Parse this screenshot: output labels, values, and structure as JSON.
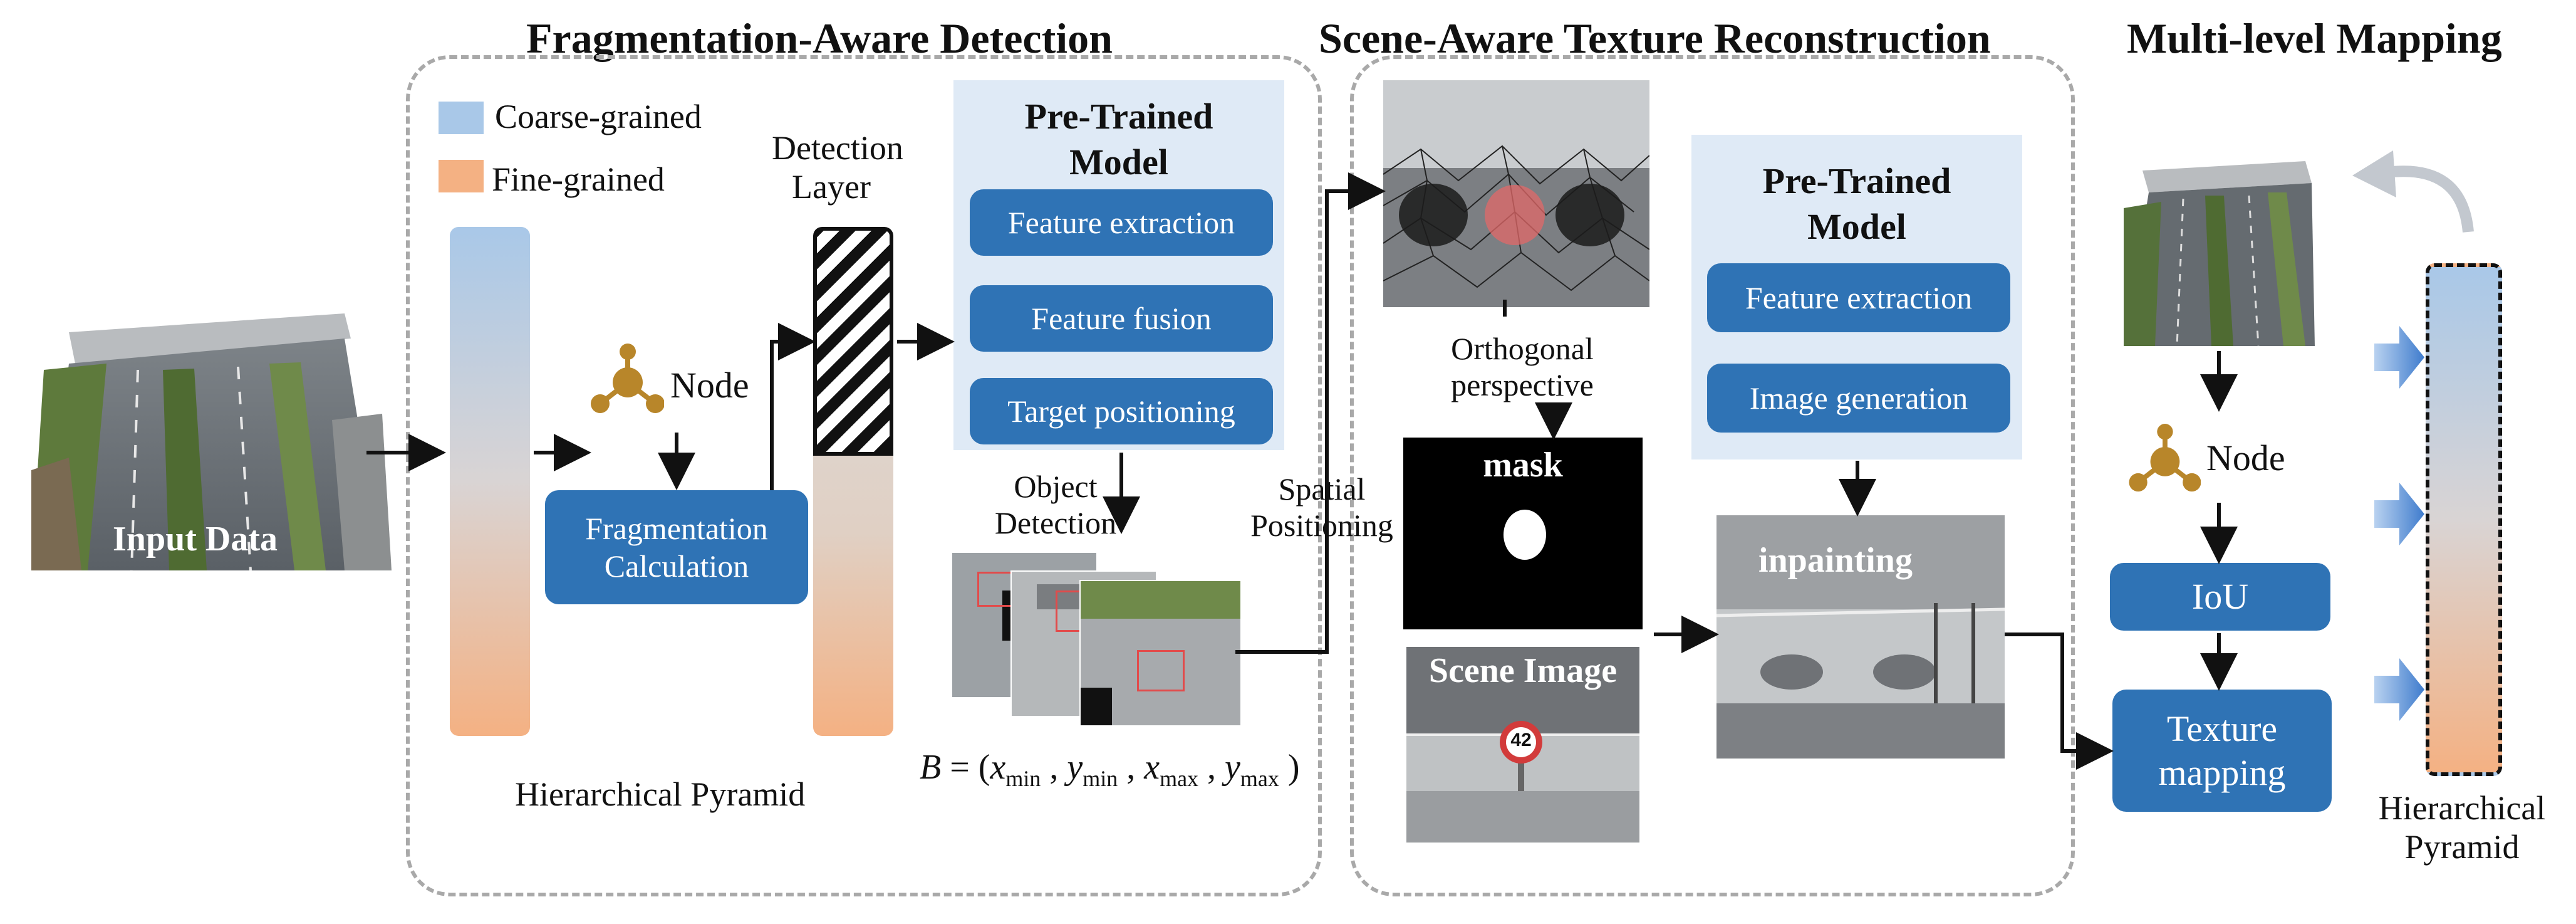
{
  "titles": {
    "detection": "Fragmentation-Aware Detection",
    "reconstruction": "Scene-Aware Texture Reconstruction",
    "mapping": "Multi-level Mapping"
  },
  "legend": {
    "coarse": "Coarse-grained",
    "fine": "Fine-grained",
    "coarse_color": "#a9c8e8",
    "fine_color": "#f4b183"
  },
  "input": {
    "label": "Input Data"
  },
  "detection": {
    "node_label": "Node",
    "frag_calc": "Fragmentation Calculation",
    "pyramid_label": "Hierarchical Pyramid",
    "layer_label": "Detection Layer",
    "object_detection": "Object Detection",
    "formula": {
      "lhs": "B",
      "x_min": "x",
      "y_min": "y",
      "x_max": "x",
      "y_max": "y",
      "sub_min": "min",
      "sub_max": "max"
    }
  },
  "model1": {
    "title": "Pre-Trained Model",
    "items": [
      "Feature extraction",
      "Feature fusion",
      "Target positioning"
    ]
  },
  "spatial": {
    "label": "Spatial Positioning"
  },
  "reconstruction": {
    "orthogonal": "Orthogonal perspective",
    "mask": "mask",
    "scene": "Scene Image",
    "inpainting": "inpainting",
    "sign": "42"
  },
  "model2": {
    "title": "Pre-Trained Model",
    "items": [
      "Feature extraction",
      "Image generation"
    ]
  },
  "mapping": {
    "node_label": "Node",
    "iou": "IoU",
    "texture": "Texture mapping",
    "pyramid_label": "Hierarchical Pyramid"
  },
  "colors": {
    "accent_blue": "#2f73b5",
    "panel_blue": "#dfeaf6",
    "node_brown": "#b8862a",
    "arrow_light_blue": "#5b8fd6"
  }
}
